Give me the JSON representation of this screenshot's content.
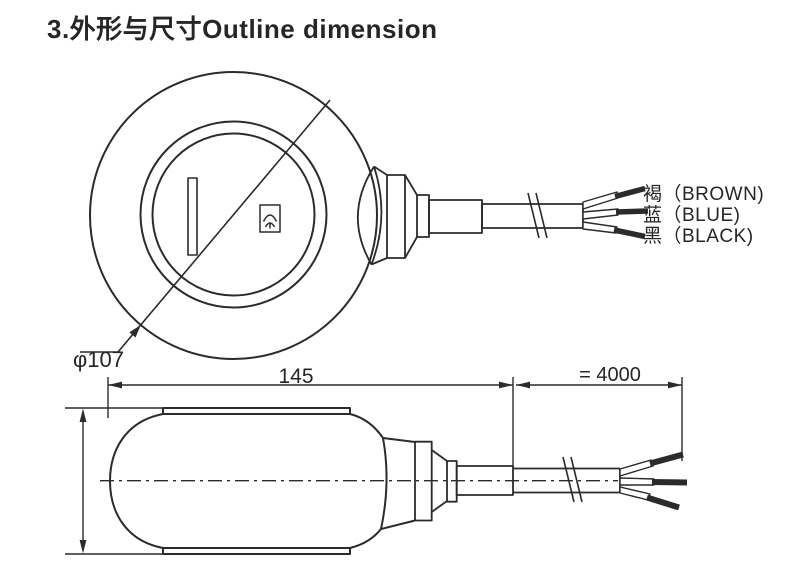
{
  "title": "3.外形与尺寸Outline dimension",
  "colors": {
    "line": "#2b2b2b",
    "background": "#ffffff"
  },
  "top_view": {
    "diameter_label": "φ107",
    "wire_labels": [
      "褐（BROWN)",
      "蓝（BLUE)",
      "黑（BLACK)"
    ]
  },
  "side_view": {
    "length_label": "145",
    "cable_length_label": "= 4000"
  }
}
